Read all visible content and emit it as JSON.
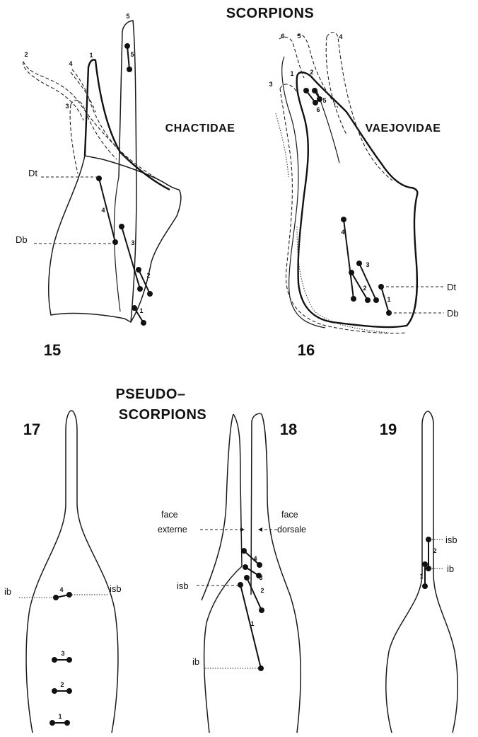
{
  "titles": {
    "scorpions": "SCORPIONS",
    "pseudo_line1": "PSEUDO–",
    "pseudo_line2": "SCORPIONS"
  },
  "families": {
    "chactidae": "CHACTIDAE",
    "vaejovidae": "VAEJOVIDAE"
  },
  "figures": {
    "f15": "15",
    "f16": "16",
    "f17": "17",
    "f18": "18",
    "f19": "19"
  },
  "labels": {
    "dt": "Dt",
    "db": "Db",
    "ib": "ib",
    "isb": "isb",
    "face_externe_1": "face",
    "face_externe_2": "externe",
    "face_dorsale_1": "face",
    "face_dorsale_2": "dorsale"
  },
  "outline_numbers": {
    "fig15": [
      "1",
      "2",
      "3",
      "4",
      "5"
    ],
    "fig16": [
      "1",
      "2",
      "3",
      "4",
      "5",
      "6"
    ]
  },
  "pair_numbers": {
    "fig15": [
      "1",
      "2",
      "3",
      "4",
      "5"
    ],
    "fig16": [
      "1",
      "2",
      "3",
      "4",
      "5",
      "6"
    ],
    "fig17": [
      "1",
      "2",
      "3",
      "4"
    ],
    "fig18": [
      "1",
      "2",
      "3",
      "4"
    ],
    "fig19": [
      "1",
      "2"
    ]
  }
}
